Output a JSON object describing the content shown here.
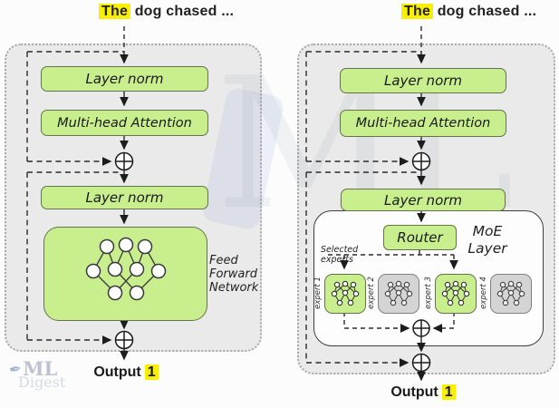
{
  "sentence": {
    "highlight": "The",
    "rest": " dog chased ..."
  },
  "left": {
    "layer_norm_1": "Layer norm",
    "attention": "Multi-head Attention",
    "layer_norm_2": "Layer norm",
    "ffn_label": "Feed Forward Network",
    "output_label": "Output",
    "output_value": "1"
  },
  "right": {
    "layer_norm_1": "Layer norm",
    "attention": "Multi-head Attention",
    "layer_norm_2": "Layer norm",
    "moe": {
      "router": "Router",
      "layer_label": "MoE Layer",
      "selected": "Selected experts",
      "experts": [
        {
          "label": "expert 1",
          "active": true
        },
        {
          "label": "expert 2",
          "active": false
        },
        {
          "label": "expert 3",
          "active": true
        },
        {
          "label": "expert 4",
          "active": false
        }
      ]
    },
    "output_label": "Output",
    "output_value": "1"
  },
  "watermark": {
    "big": "ML",
    "logo_title": "ML",
    "logo_sub": "Digest",
    "pen_icon": "✒"
  },
  "colors": {
    "box_green": "#c9ee8e",
    "inactive_gray": "#d4d4d4",
    "highlight_yellow": "#f8f000",
    "panel_gray": "#eaeaea",
    "line_dark": "#2b2b2b"
  }
}
